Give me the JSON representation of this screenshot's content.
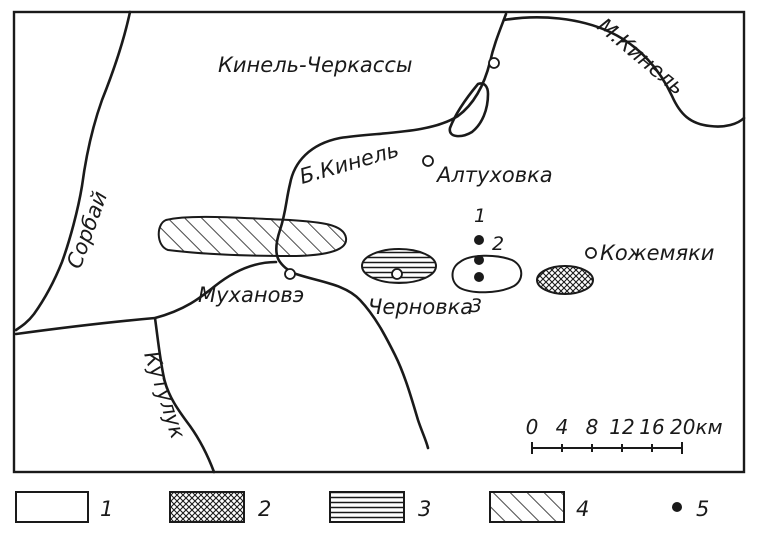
{
  "map": {
    "places": {
      "kinel_cherkassy": "Кинель-Черкассы",
      "altukhovka": "Алтуховка",
      "kozhemyaki": "Кожемяки",
      "mukhanovo": "Мухановэ",
      "chernovka": "Черновка"
    },
    "rivers": {
      "m_kinel": "М.Кинель",
      "b_kinel": "Б.Кинель",
      "sorbai": "Сорбай",
      "kutuluk": "Кутулук"
    },
    "well_numbers": [
      "1",
      "2",
      "3"
    ],
    "scale": {
      "ticks": [
        "0",
        "4",
        "8",
        "12",
        "16"
      ],
      "last_tick": "20",
      "unit": "км"
    }
  },
  "legend": {
    "items": [
      {
        "label": "1",
        "pattern": "blank"
      },
      {
        "label": "2",
        "pattern": "crosshatch"
      },
      {
        "label": "3",
        "pattern": "horizontal"
      },
      {
        "label": "4",
        "pattern": "diagonal"
      },
      {
        "label": "5",
        "pattern": "dot"
      }
    ]
  },
  "colors": {
    "ink": "#1a1a1a",
    "paper": "#ffffff"
  }
}
